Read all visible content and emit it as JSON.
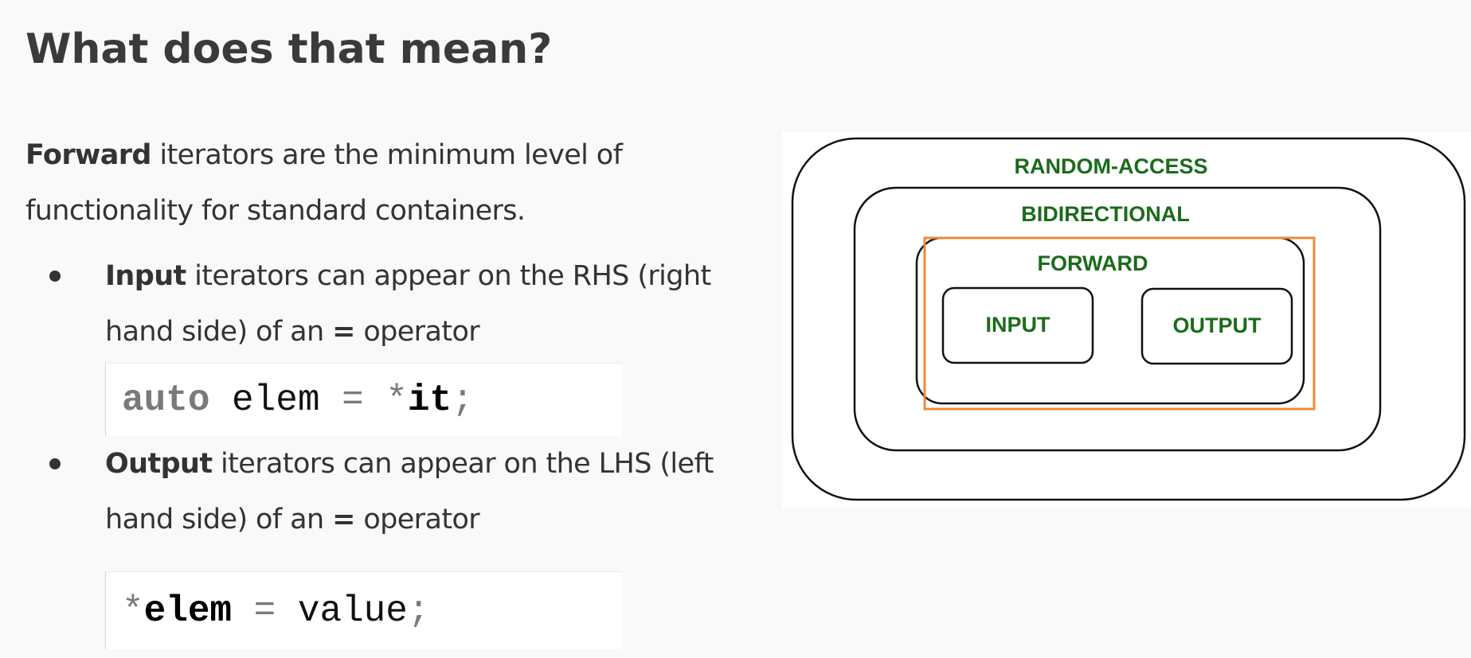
{
  "slide": {
    "title": "What does that mean?"
  },
  "intro": {
    "bold": "Forward",
    "line1_rest": " iterators are the minimum level of",
    "line2": "functionality for standard containers."
  },
  "bullets": [
    {
      "bold": "Input",
      "line1_rest": " iterators can appear on the RHS (right",
      "line2_start": "hand side) of an ",
      "operator": "=",
      "line2_end": " operator",
      "code": [
        "auto",
        " elem ",
        "=",
        " *",
        "it",
        ";"
      ]
    },
    {
      "bold": "Output",
      "line1_rest": " iterators can appear on the LHS (left",
      "line2_start": "hand side) of an ",
      "operator": "=",
      "line2_end": " operator",
      "code": [
        "*",
        "elem",
        " = ",
        "value",
        ";"
      ]
    }
  ],
  "diagram": {
    "labels": {
      "random_access": "RANDOM-ACCESS",
      "bidirectional": "BIDIRECTIONAL",
      "forward": "FORWARD",
      "input": "INPUT",
      "output": "OUTPUT"
    },
    "colors": {
      "label": "#1b6b1b",
      "outline": "#111111",
      "highlight": "#f0883a"
    }
  }
}
